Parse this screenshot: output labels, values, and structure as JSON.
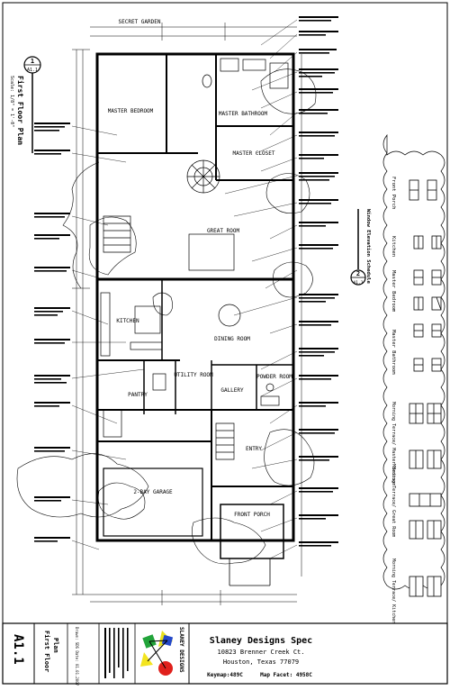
{
  "sheet_number": "A1.1",
  "sheet_title_line1": "First Floor",
  "sheet_title_line2": "Plan",
  "drawing_tag_number": "1",
  "drawing_tag_sheet": "A1.1",
  "drawing_title": "First Floor Plan",
  "drawing_scale": "Scale: 1/8\" = 1'-0\"",
  "window_tag_number": "2",
  "window_tag_sheet": "A1.1",
  "window_schedule_title": "Window Elevation Schedule",
  "window_columns": [
    "Front Porch",
    "Kitchen",
    "Master Bedroom",
    "Master Bathroom",
    "Morning Terrace/ Master Bedroom",
    "Morning Terrace/ Great Room",
    "Morning Terrace/ Kitchen"
  ],
  "rooms": {
    "secret_garden": "SECRET GARDEN",
    "master_bedroom": "MASTER BEDROOM",
    "master_bathroom": "MASTER BATHROOM",
    "master_closet": "MASTER CLOSET",
    "great_room": "GREAT ROOM",
    "kitchen": "KITCHEN",
    "dining_room": "DINING ROOM",
    "pantry": "PANTRY",
    "utility_room": "UTILITY ROOM",
    "gallery": "GALLERY",
    "powder_room": "POWDER ROOM",
    "entry": "ENTRY",
    "garage": "2-BAY GARAGE",
    "front_porch": "FRONT PORCH"
  },
  "firm_name": "Slaney Designs Spec",
  "address_line1": "10823 Brenner Creek Ct.",
  "address_line2": "Houston, Texas 77079",
  "keymap_text": "Keymap:489C",
  "map_facet_text": "Map Facet: 4958C",
  "logo_text": "SLANEY DESIGNS",
  "title_block_side_text": "Drawn: SDS  Date: 01.01.2007"
}
